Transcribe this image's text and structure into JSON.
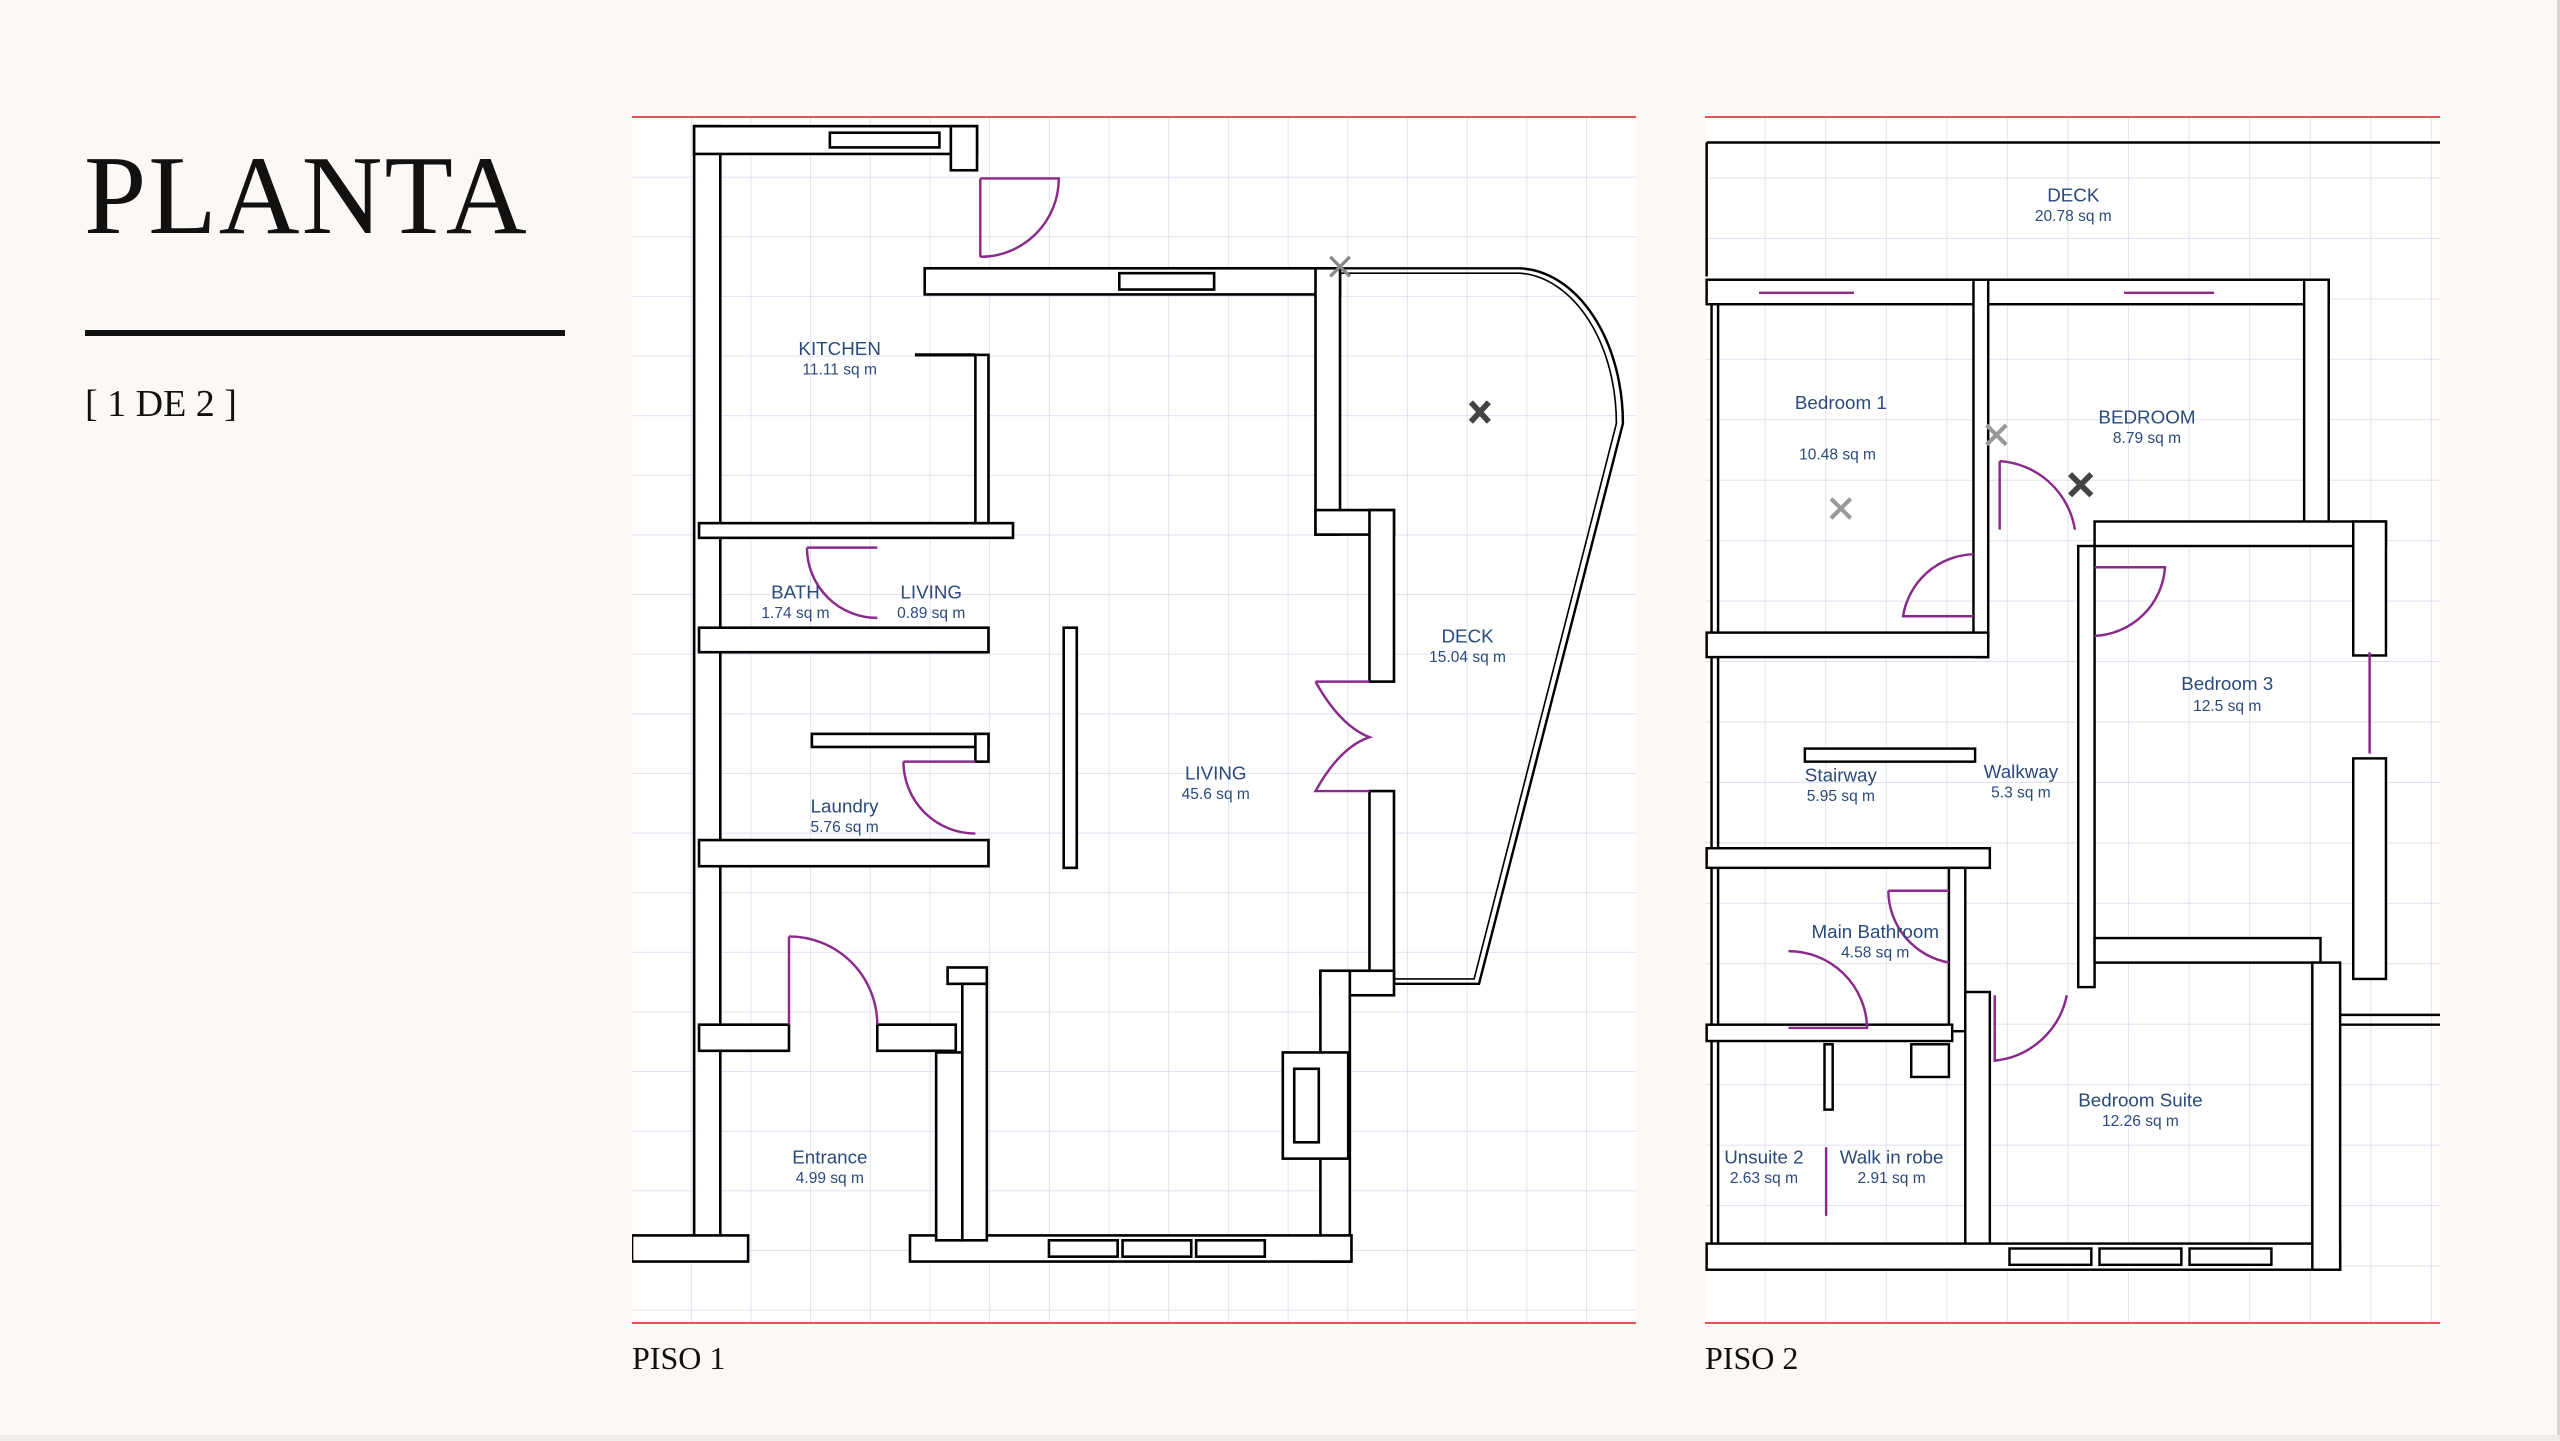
{
  "header": {
    "title": "PLANTA",
    "page_indicator": "[ 1 DE 2 ]"
  },
  "colors": {
    "wall": "#000000",
    "door": "#8a2a8a",
    "grid": "#dcdcf0",
    "label": "#2b4a7a",
    "rule_red": "#e05555"
  },
  "plans": [
    {
      "label": "PISO 1",
      "rooms": [
        {
          "name": "KITCHEN",
          "area": "11.11 sq m"
        },
        {
          "name": "BATH",
          "area": "1.74 sq m"
        },
        {
          "name": "LIVING",
          "area": "0.89 sq m"
        },
        {
          "name": "Laundry",
          "area": "5.76 sq m"
        },
        {
          "name": "LIVING",
          "area": "45.6 sq m"
        },
        {
          "name": "DECK",
          "area": "15.04 sq m"
        },
        {
          "name": "Entrance",
          "area": "4.99 sq m"
        }
      ]
    },
    {
      "label": "PISO 2",
      "rooms": [
        {
          "name": "DECK",
          "area": "20.78 sq m"
        },
        {
          "name": "Bedroom  1",
          "area": "10.48 sq m"
        },
        {
          "name": "BEDROOM",
          "area": "8.79 sq m"
        },
        {
          "name": "Bedroom  3",
          "area": "12.5 sq m"
        },
        {
          "name": "Stairway",
          "area": "5.95 sq m"
        },
        {
          "name": "Walkway",
          "area": "5.3 sq m"
        },
        {
          "name": "Main Bathroom",
          "area": "4.58 sq m"
        },
        {
          "name": "Bedroom Suite",
          "area": "12.26 sq m"
        },
        {
          "name": "Unsuite 2",
          "area": "2.63 sq m"
        },
        {
          "name": "Walk in robe",
          "area": "2.91 sq m"
        }
      ]
    }
  ]
}
